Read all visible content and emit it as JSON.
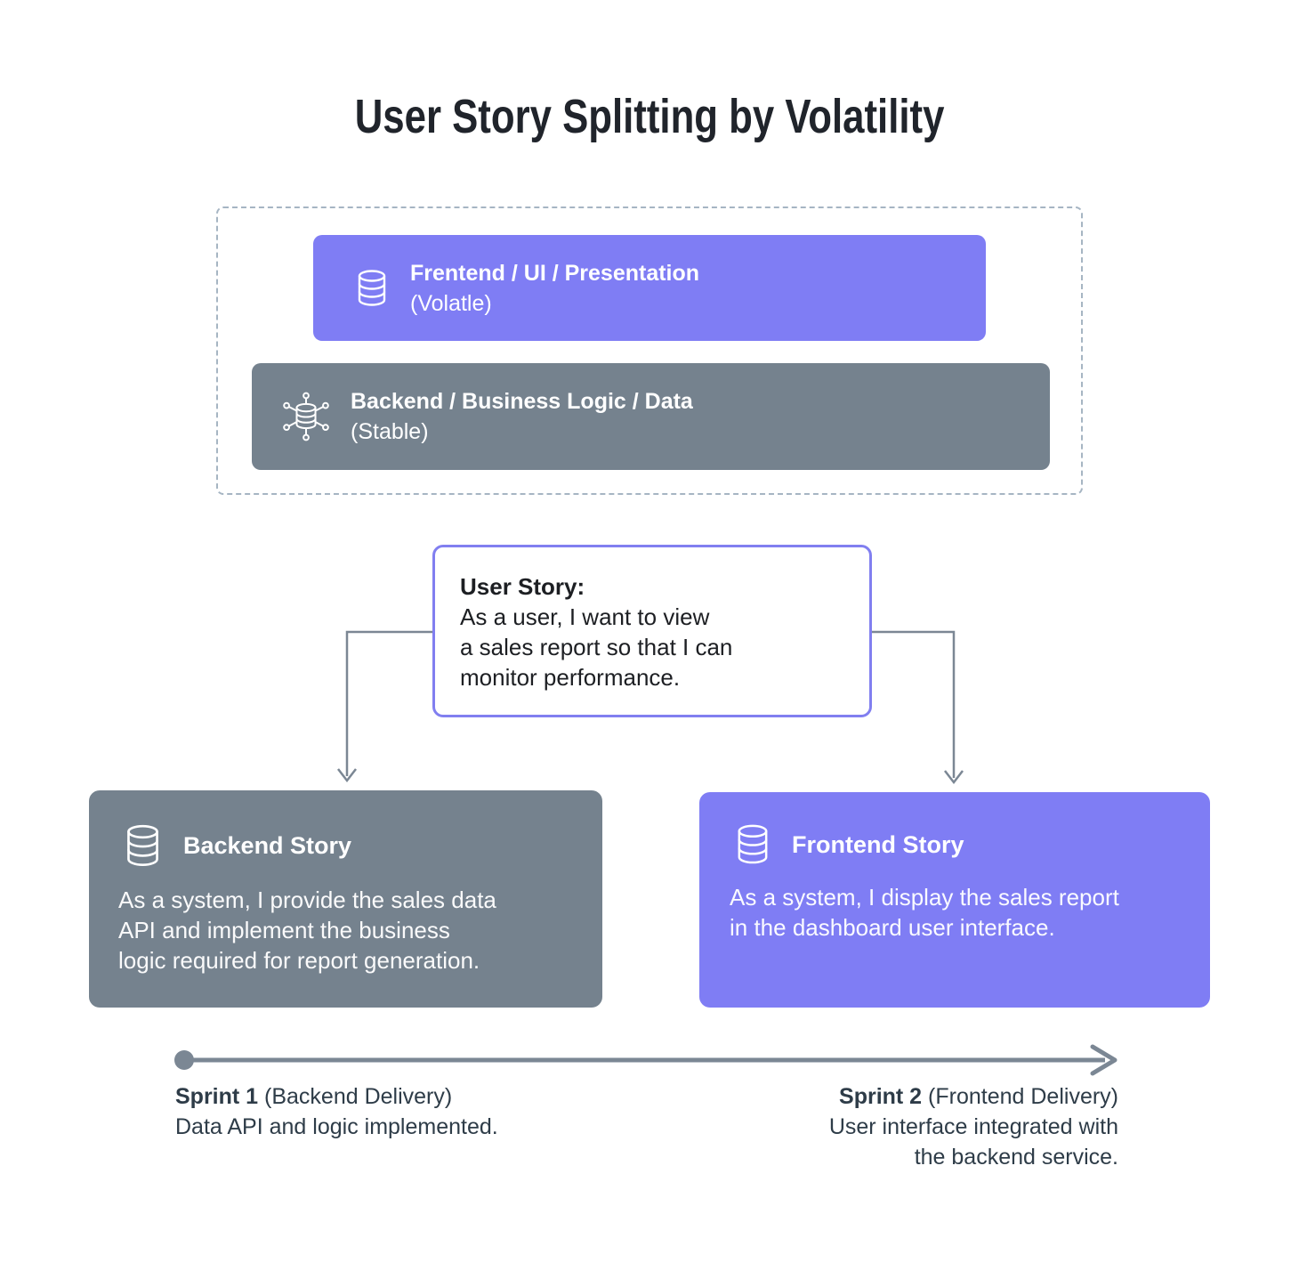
{
  "page": {
    "title": "User Story Splitting by Volatility"
  },
  "layers": {
    "frontend": {
      "icon": "database-icon",
      "title": "Frentend / UI / Presentation",
      "subtitle": "(Volatle)"
    },
    "backend": {
      "icon": "distributed-database-icon",
      "title": "Backend / Business Logic / Data",
      "subtitle": "(Stable)"
    }
  },
  "user_story": {
    "heading": "User Story:",
    "lines": [
      "As a user, I want to view",
      "a sales report so that I can",
      "monitor performance."
    ]
  },
  "backend_story": {
    "icon": "database-icon",
    "title": "Backend Story",
    "lines": [
      "As a system, I provide the sales data",
      "API and implement the business",
      "logic required for report generation."
    ]
  },
  "frontend_story": {
    "icon": "database-icon",
    "title": "Frontend Story",
    "lines": [
      "As a system, I display the sales report",
      "in the dashboard user interface."
    ]
  },
  "timeline": {
    "sprint1": {
      "name": "Sprint 1",
      "detail": " (Backend Delivery)",
      "lines": [
        "Data API and logic implemented."
      ]
    },
    "sprint2": {
      "name": "Sprint 2",
      "detail": " (Frontend Delivery)",
      "lines": [
        "User interface integrated with",
        "the backend service."
      ]
    }
  },
  "colors": {
    "purple": "#7F7DF4",
    "slate_gray": "#75828E",
    "connector_gray": "#7B8794",
    "dashed_border": "#A6B5C3",
    "user_story_border": "#817FF0",
    "title_text": "#20242B",
    "timeline_text": "#2E3C48"
  }
}
